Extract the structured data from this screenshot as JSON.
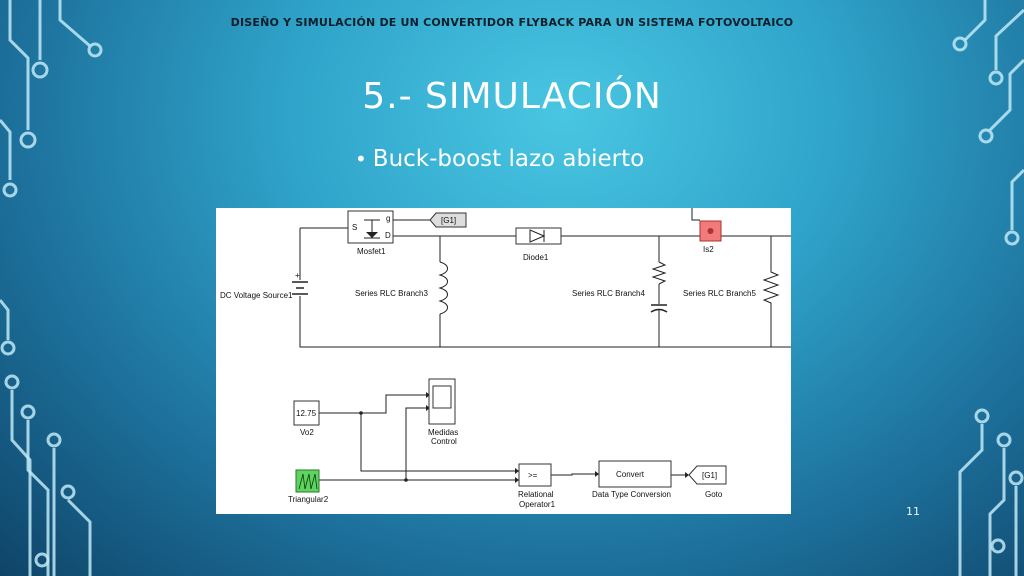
{
  "slide": {
    "header": "DISEÑO Y SIMULACIÓN DE UN CONVERTIDOR FLYBACK PARA UN SISTEMA FOTOVOLTAICO",
    "title": "5.- SIMULACIÓN",
    "bullet": "Buck-boost lazo abierto",
    "page_number": "11"
  },
  "diagram": {
    "dc_source": "DC Voltage Source1",
    "mosfet": "Mosfet1",
    "mosfet_ports": {
      "s": "S",
      "g": "g",
      "d": "D"
    },
    "goto_tag_top": "[G1]",
    "diode": "Diode1",
    "is2": "Is2",
    "rlc3": "Series RLC Branch3",
    "rlc4": "Series RLC Branch4",
    "rlc5": "Series RLC Branch5",
    "vo2_value": "12.75",
    "vo2": "Vo2",
    "scope_line1": "Medidas",
    "scope_line2": "Control",
    "triangular": "Triangular2",
    "relational_symbol": ">=",
    "relational_line1": "Relational",
    "relational_line2": "Operator1",
    "convert_text": "Convert",
    "dtc": "Data Type Conversion",
    "goto_tag_bottom": "[G1]",
    "goto": "Goto"
  },
  "colors": {
    "is2_block": "#f27a7a",
    "triangular_block": "#5fd35f"
  }
}
